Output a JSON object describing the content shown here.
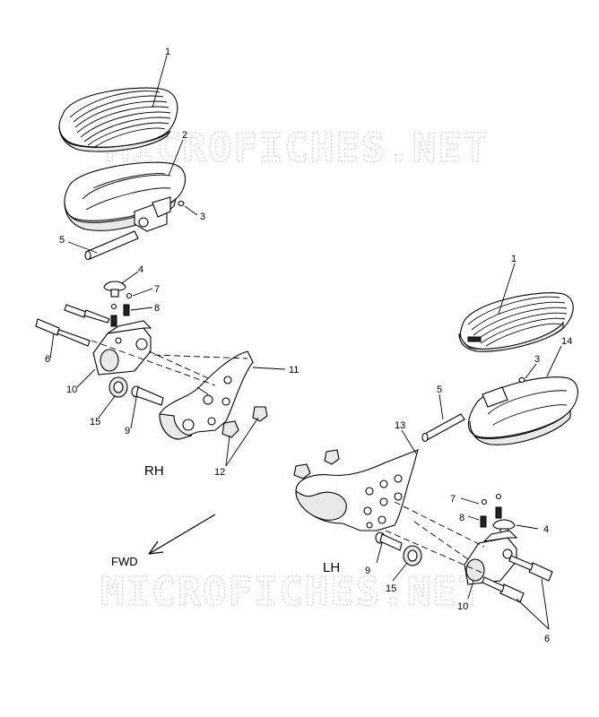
{
  "watermark": "MICROFICHES.NET",
  "side_labels": {
    "right": "RH",
    "left": "LH"
  },
  "direction_label": "FWD",
  "callouts": [
    {
      "id": "rh-1",
      "text": "1"
    },
    {
      "id": "rh-2",
      "text": "2"
    },
    {
      "id": "rh-3",
      "text": "3"
    },
    {
      "id": "rh-5",
      "text": "5"
    },
    {
      "id": "rh-4",
      "text": "4"
    },
    {
      "id": "rh-7",
      "text": "7"
    },
    {
      "id": "rh-8",
      "text": "8"
    },
    {
      "id": "rh-6",
      "text": "6"
    },
    {
      "id": "rh-10",
      "text": "10"
    },
    {
      "id": "rh-11",
      "text": "11"
    },
    {
      "id": "rh-15",
      "text": "15"
    },
    {
      "id": "rh-9",
      "text": "9"
    },
    {
      "id": "rh-12",
      "text": "12"
    },
    {
      "id": "lh-1",
      "text": "1"
    },
    {
      "id": "lh-14",
      "text": "14"
    },
    {
      "id": "lh-3",
      "text": "3"
    },
    {
      "id": "lh-5",
      "text": "5"
    },
    {
      "id": "lh-13",
      "text": "13"
    },
    {
      "id": "lh-7",
      "text": "7"
    },
    {
      "id": "lh-8",
      "text": "8"
    },
    {
      "id": "lh-4",
      "text": "4"
    },
    {
      "id": "lh-9",
      "text": "9"
    },
    {
      "id": "lh-15",
      "text": "15"
    },
    {
      "id": "lh-10",
      "text": "10"
    },
    {
      "id": "lh-6",
      "text": "6"
    }
  ]
}
